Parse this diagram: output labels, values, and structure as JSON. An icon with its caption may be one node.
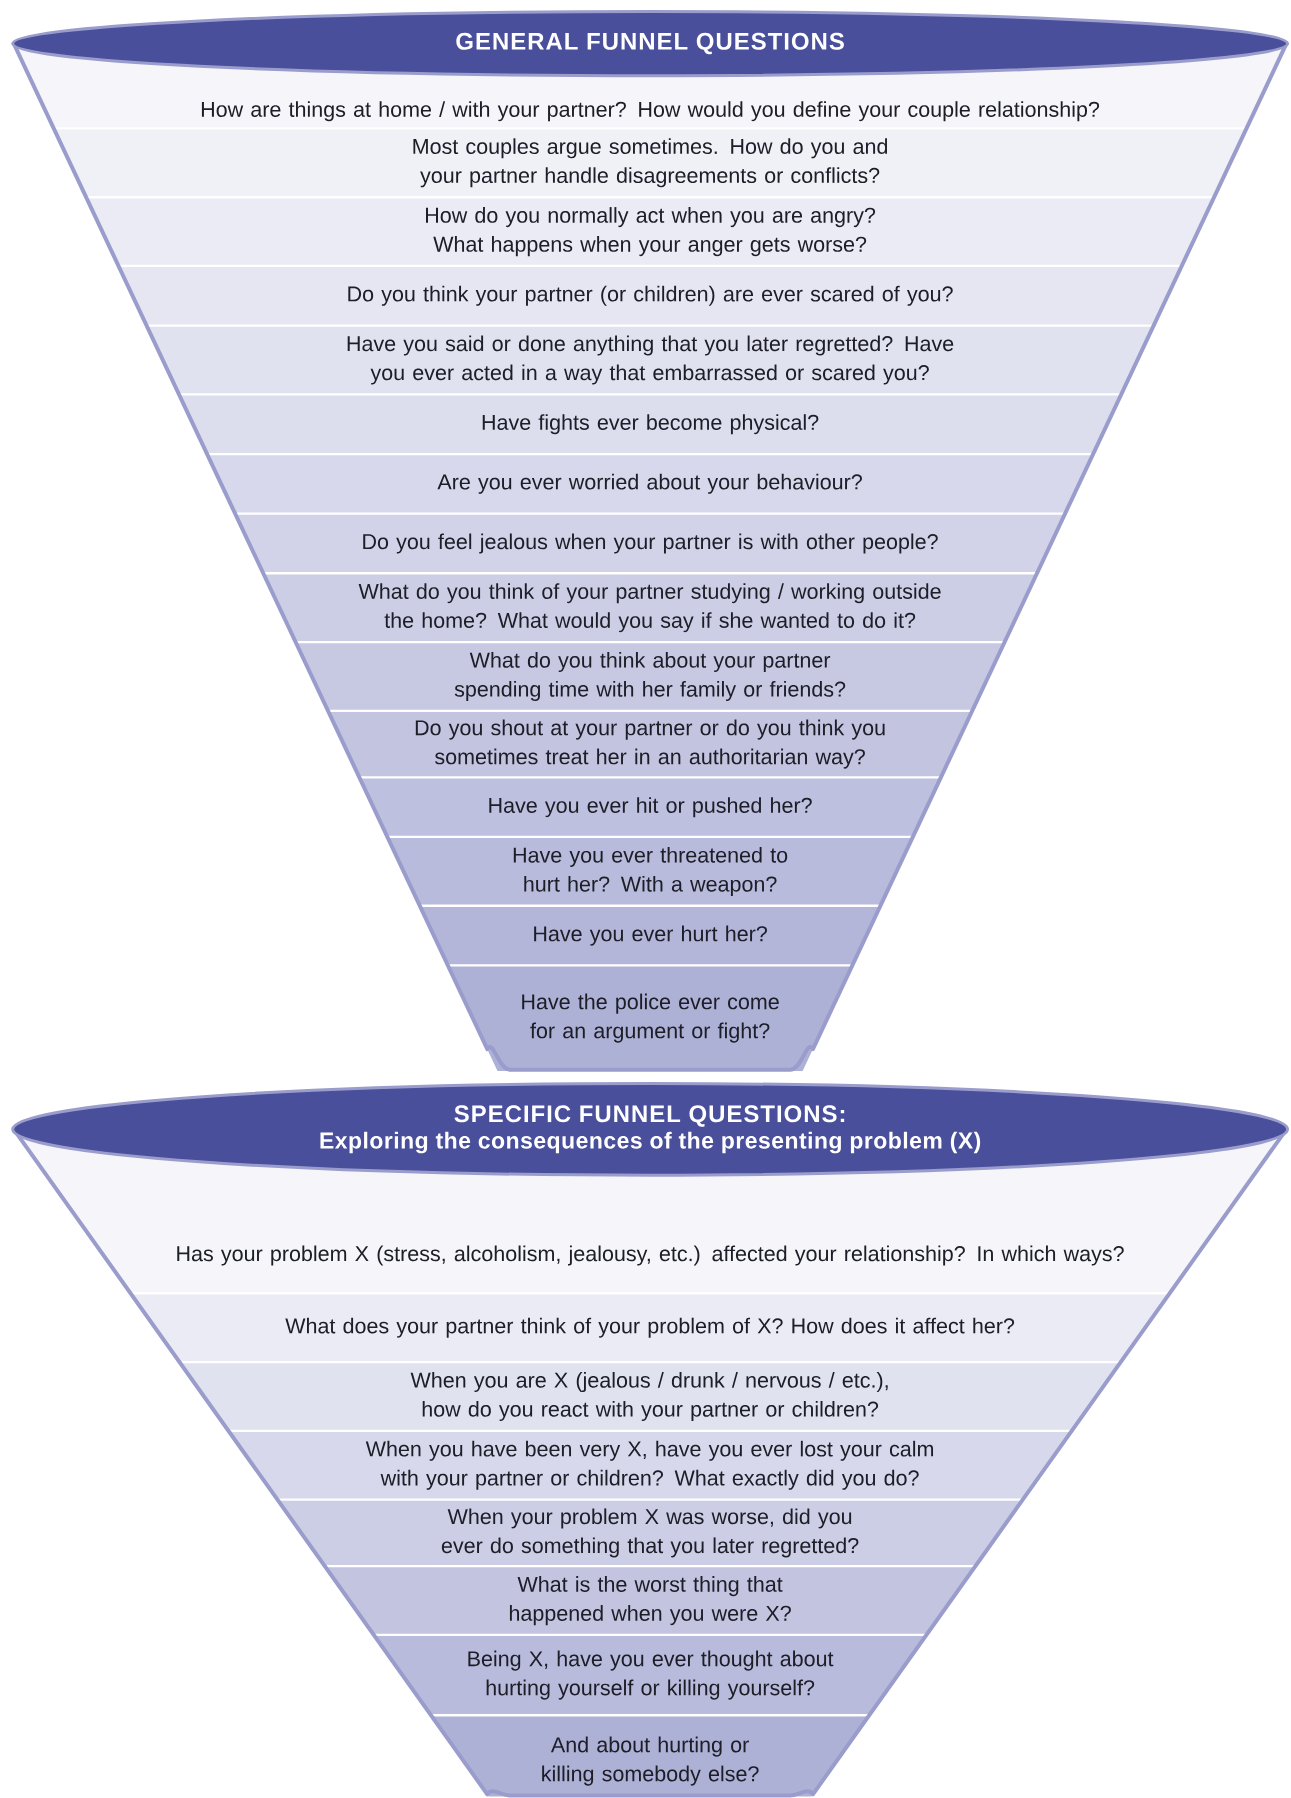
{
  "diagram": {
    "nodes": [
      {
        "text": [
          "GENERAL FUNNEL QUESTIONS"
        ]
      },
      {
        "text": [
          "How are things at home / with your partner? How would you define your couple relationship?"
        ]
      },
      {
        "text": [
          "Most couples argue sometimes. How do you and your partner handle disagreements or conflicts?"
        ]
      },
      {
        "text": [
          "How do you normally act when you are angry? What happens when your anger gets worse?"
        ]
      },
      {
        "text": [
          "Do you think your partner (or children) are ever scared of you?"
        ]
      },
      {
        "text": [
          "Have you said or done anything that you later regretted? Have you ever acted in a way that embarrassed or scared you?"
        ]
      },
      {
        "text": [
          "Have fights ever become physical?"
        ]
      },
      {
        "text": [
          "Are you ever worried about your behaviour?"
        ]
      },
      {
        "text": [
          "Do you feel jealous when your partner is with other people?"
        ]
      },
      {
        "text": [
          "What do you think of your partner studying / working outside the home? What would you say if she wanted to do it?"
        ]
      },
      {
        "text": [
          "What do you think about your partner spending time with her family or friends?"
        ]
      },
      {
        "text": [
          "Do you shout at your partner or do you think you sometimes treat her in an authoritarian way?"
        ]
      },
      {
        "text": [
          "Have you ever hit or pushed her?"
        ]
      },
      {
        "text": [
          "Have you ever threatened to hurt her? With a weapon?"
        ]
      },
      {
        "text": [
          "Have you ever hurt her?"
        ]
      },
      {
        "text": [
          "Have the police ever come for an argument or fight?"
        ]
      },
      {
        "text": [
          "SPECIFIC FUNNEL QUESTIONS:",
          "Exploring the consequences of the presenting problem (X)"
        ]
      },
      {
        "text": [
          "Has your problem X (stress, alcoholism, jealousy, etc.) affected your relationship? In which ways?"
        ]
      },
      {
        "text": [
          "What does your partner think of your problem of X? How does it affect her?"
        ]
      },
      {
        "text": [
          "When you are X (jealous / drunk / nervous / etc.), how do you react with your partner or children?"
        ]
      },
      {
        "text": [
          "When you have been very X, have you ever lost your calm with your partner or children? What exactly did you do?"
        ]
      },
      {
        "text": [
          "When your problem X was worse, did you ever do something that you later regretted?"
        ]
      },
      {
        "text": [
          "What is the worst thing that happened when you were X?"
        ]
      },
      {
        "text": [
          "Being X, have you ever thought about hurting yourself or killing yourself?"
        ]
      },
      {
        "text": [
          "And about hurting or killing somebody else?"
        ]
      }
    ]
  }
}
